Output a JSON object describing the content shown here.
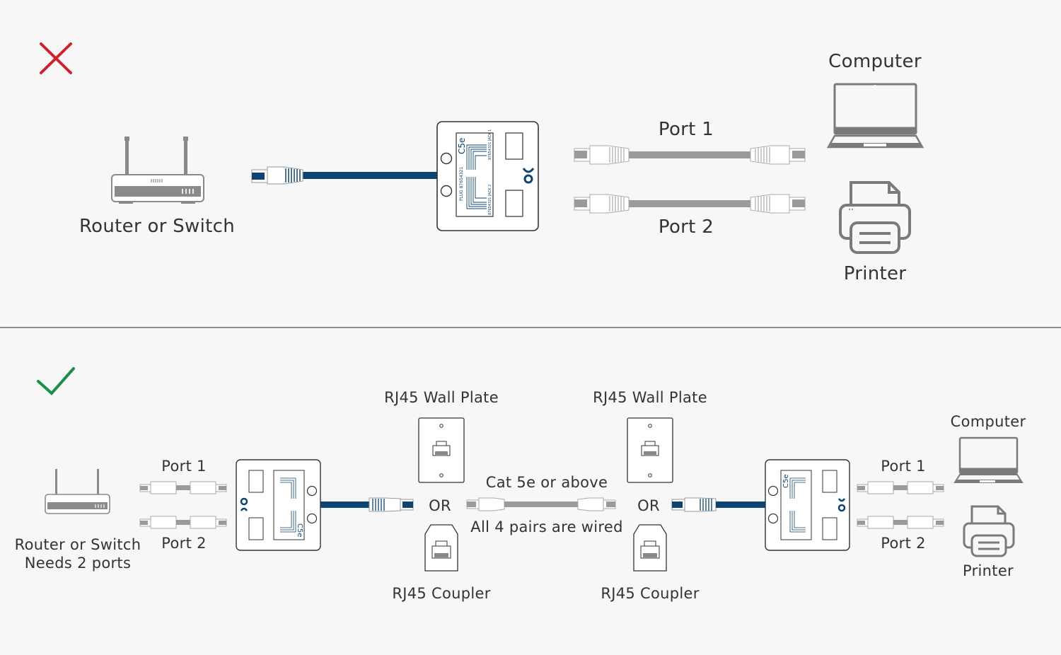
{
  "colors": {
    "background": "#f7f7f7",
    "wrong_mark": "#d0202c",
    "right_mark": "#16904a",
    "device_gray": "#7a7a7a",
    "cable_gray": "#9a9a9a",
    "cable_blue": "#0e4471",
    "text": "#333333",
    "divider": "#8e8e8e"
  },
  "top": {
    "status_icon": "x-mark-icon",
    "router_label": "Router or Switch",
    "computer_label": "Computer",
    "printer_label": "Printer",
    "port1_label": "Port 1",
    "port2_label": "Port 2",
    "splitter": {
      "category": "C5e",
      "plug_text": "PLUG 87654321",
      "jack1_text": "87654321 JACK 1",
      "jack2_text": "87654321 JACK 2"
    }
  },
  "bottom": {
    "status_icon": "check-mark-icon",
    "router_label_line1": "Router or Switch",
    "router_label_line2": "Needs 2 ports",
    "left_port1_label": "Port 1",
    "left_port2_label": "Port 2",
    "wall_plate_left_label": "RJ45 Wall Plate",
    "wall_plate_right_label": "RJ45 Wall Plate",
    "or_left": "OR",
    "or_right": "OR",
    "coupler_left_label": "RJ45 Coupler",
    "coupler_right_label": "RJ45 Coupler",
    "cable_top_label": "Cat 5e or above",
    "cable_bottom_label": "All 4 pairs are wired",
    "right_port1_label": "Port 1",
    "right_port2_label": "Port 2",
    "computer_label": "Computer",
    "printer_label": "Printer",
    "splitter": {
      "category": "C5e"
    }
  }
}
